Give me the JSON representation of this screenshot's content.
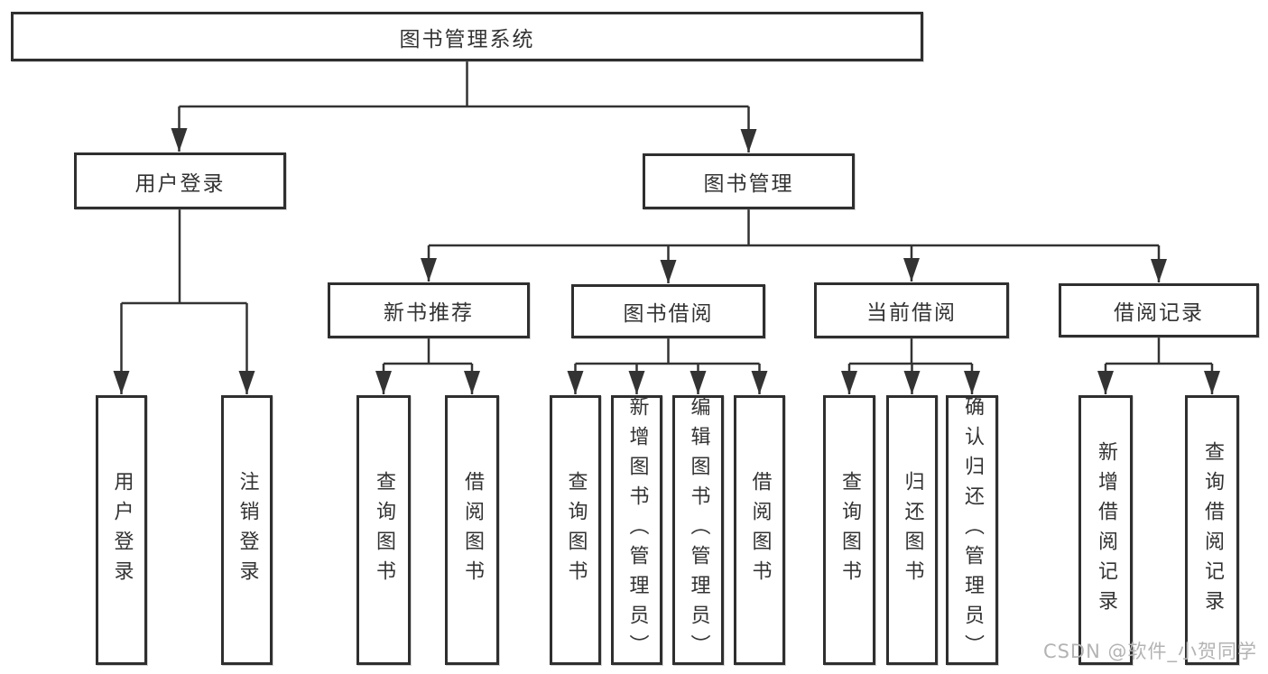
{
  "diagram": {
    "type": "hierarchy",
    "root": {
      "label": "图书管理系统"
    },
    "branches": [
      {
        "label": "用户登录",
        "children": [
          "用户登录",
          "注销登录"
        ]
      },
      {
        "label": "图书管理",
        "children": [
          {
            "label": "新书推荐",
            "children": [
              "查询图书",
              "借阅图书"
            ]
          },
          {
            "label": "图书借阅",
            "children": [
              "查询图书",
              "新增图书（管理员）",
              "编辑图书（管理员）",
              "借阅图书"
            ]
          },
          {
            "label": "当前借阅",
            "children": [
              "查询图书",
              "归还图书",
              "确认归还（管理员）"
            ]
          },
          {
            "label": "借阅记录",
            "children": [
              "新增借阅记录",
              "查询借阅记录"
            ]
          }
        ]
      }
    ],
    "colors": {
      "box_border": "#2f2f2f",
      "line": "#333333",
      "text": "#333333",
      "background": "#ffffff",
      "watermark": "#b3b3b3"
    }
  },
  "watermark": {
    "text": "CSDN @软件_小贺同学"
  }
}
